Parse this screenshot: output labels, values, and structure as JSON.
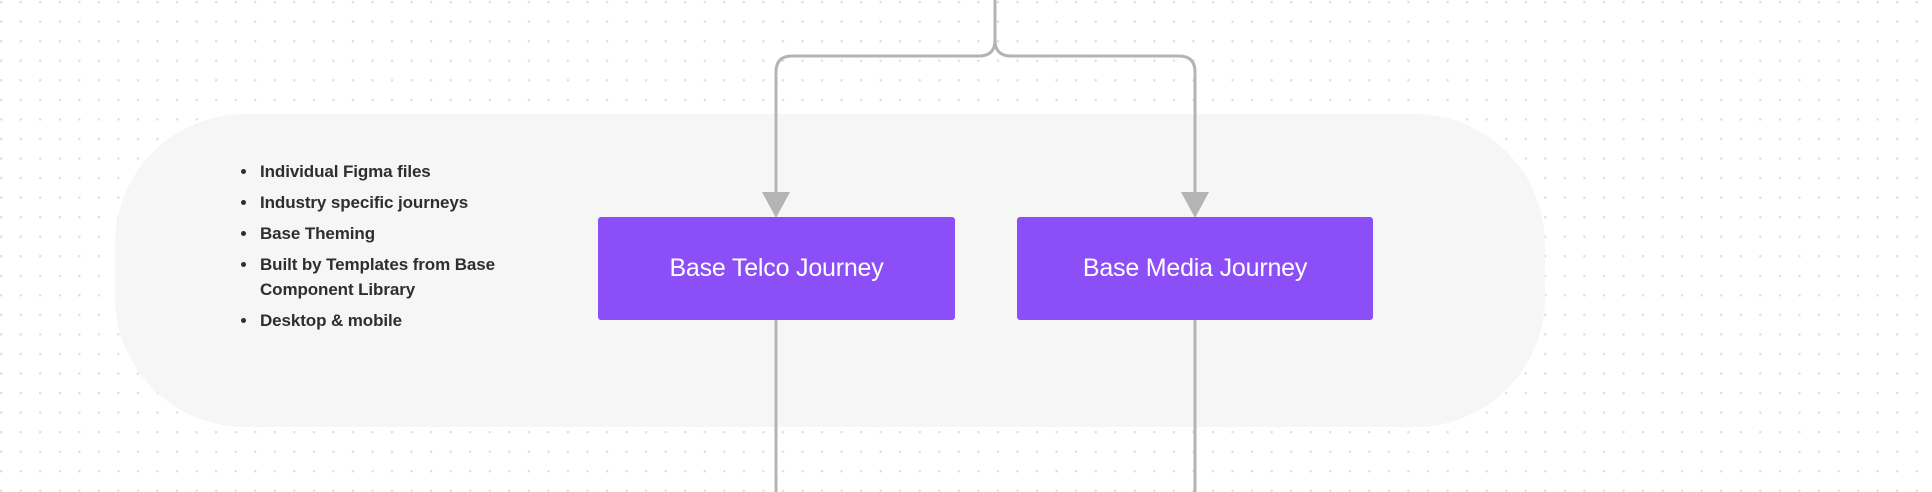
{
  "diagram": {
    "background": {
      "color": "#ffffff",
      "dot_color": "#dedede",
      "dot_spacing": 19.55
    },
    "group_panel": {
      "name": "base-journeys-group",
      "fill": "#f6f6f7",
      "corner_radius": 130
    },
    "feature_list": {
      "items": [
        "Individual Figma files",
        "Industry specific journeys",
        "Base Theming",
        "Built by Templates from Base Component Library",
        "Desktop & mobile"
      ],
      "text_color": "#2e2e2e"
    },
    "nodes": [
      {
        "id": "node-telco",
        "label": "Base Telco Journey",
        "fill": "#8c4ff7",
        "text_color": "#ffffff"
      },
      {
        "id": "node-media",
        "label": "Base Media Journey",
        "fill": "#8c4ff7",
        "text_color": "#ffffff"
      }
    ],
    "connectors": {
      "stroke": "#b4b4b4",
      "stroke_width": 3,
      "arrow_fill": "#b4b4b4",
      "description": "Vertical trunk from top splits into two rounded branches feeding arrowheads at the top of each journey node, with continuation lines below each node."
    }
  }
}
